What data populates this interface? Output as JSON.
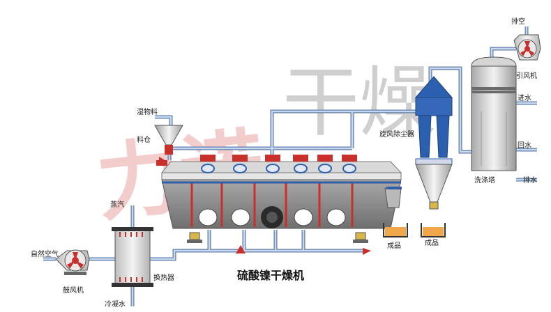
{
  "title": "硫酸镍干燥机",
  "watermark": {
    "text_red": "力诺",
    "text_gray": "干燥"
  },
  "labels": {
    "wet_material": "湿物料",
    "hopper": "料仓",
    "steam": "蒸汽",
    "natural_air": "自然空气",
    "blower": "鼓风机",
    "heat_exchanger": "换热器",
    "condensate": "冷凝水",
    "cyclone": "旋风除尘器",
    "product_1": "成品",
    "product_2": "成品",
    "exhaust": "排空",
    "induced_fan": "引风机",
    "water_in": "进水",
    "water_return": "回水",
    "water_out": "排水",
    "scrubber": "洗涤塔"
  },
  "colors": {
    "pipe": "#9fb6d6",
    "pipe_edge": "#5f7ea9",
    "dryer_body": "#8f8f8f",
    "accent_red": "#c9302c",
    "accent_blue": "#2f5fa8",
    "cyclone_blue": "#2b5fb0",
    "product": "#f0a64a"
  },
  "icons": [
    "blower-fan-icon",
    "induced-fan-icon",
    "heat-exchanger-icon",
    "cyclone-icon",
    "scrubber-tower-icon",
    "hopper-icon"
  ]
}
